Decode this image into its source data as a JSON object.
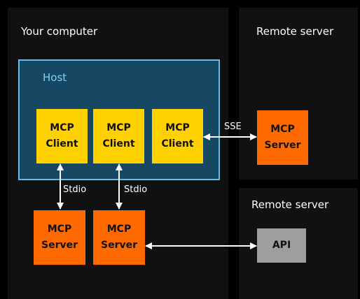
{
  "panels": {
    "computer_title": "Your computer",
    "remote1_title": "Remote server",
    "remote2_title": "Remote server"
  },
  "host": {
    "title": "Host"
  },
  "clients": [
    {
      "line1": "MCP",
      "line2": "Client"
    },
    {
      "line1": "MCP",
      "line2": "Client"
    },
    {
      "line1": "MCP",
      "line2": "Client"
    }
  ],
  "local_servers": [
    {
      "line1": "MCP",
      "line2": "Server"
    },
    {
      "line1": "MCP",
      "line2": "Server"
    }
  ],
  "remote_server": {
    "line1": "MCP",
    "line2": "Server"
  },
  "api": {
    "label": "API"
  },
  "connections": {
    "stdio_1": "Stdio",
    "stdio_2": "Stdio",
    "sse": "SSE"
  },
  "colors": {
    "client": "#ffd100",
    "server": "#ff6a00",
    "api": "#9e9e9e",
    "host_fill": "#174863",
    "host_border": "#5fc3e8"
  }
}
